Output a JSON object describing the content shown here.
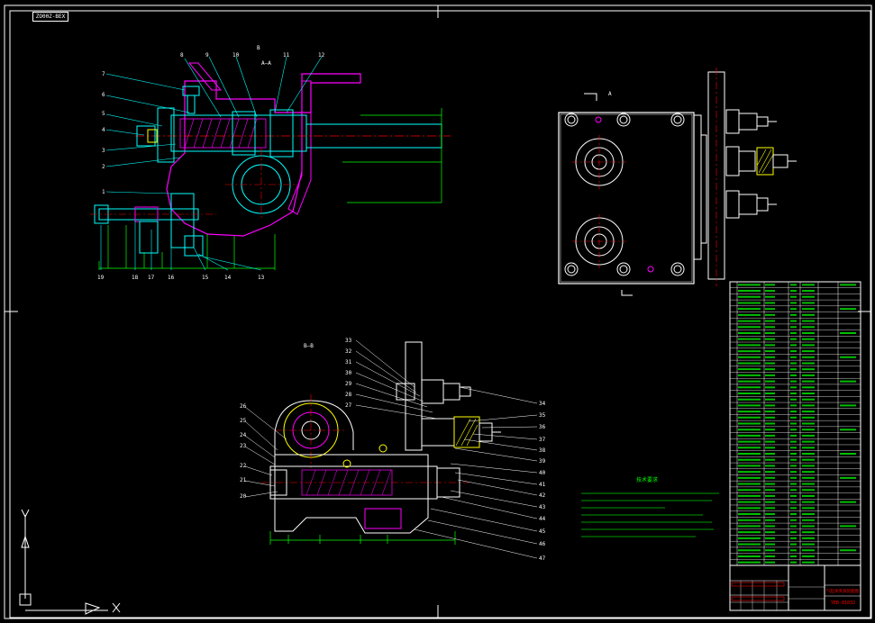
{
  "drawing": {
    "code_box": "ZO00Z-BEX",
    "section_label_a": "A—A",
    "section_label_b": "B",
    "section_label_bb": "B—B",
    "view_arrow_a": "A",
    "tech_notes_title": "技术要求",
    "title_block_name": "气缸体夹具装配图",
    "title_block_code": "YEB-01032"
  },
  "balloons": {
    "top_left_left": [
      "7",
      "6",
      "5",
      "4",
      "3",
      "2",
      "1"
    ],
    "top_left_top": [
      "8",
      "9",
      "10",
      "11",
      "12"
    ],
    "top_left_bottom": [
      "19",
      "18",
      "17",
      "16",
      "15",
      "14",
      "13"
    ],
    "bottom_left": [
      "26",
      "25",
      "24",
      "23",
      "22",
      "21",
      "20"
    ],
    "bottom_right": [
      "33",
      "32",
      "31",
      "30",
      "29",
      "28",
      "27",
      "34",
      "35",
      "36",
      "37",
      "38",
      "39",
      "40",
      "41",
      "42",
      "43",
      "44",
      "45",
      "46",
      "47"
    ]
  },
  "colors": {
    "background": "#000000",
    "frame": "#ffffff",
    "outline": "#00ffff",
    "section": "#ff00ff",
    "centerline": "#ff0000",
    "dimension": "#00ff00",
    "hatch": "#00ff00",
    "highlight": "#ffff00"
  }
}
